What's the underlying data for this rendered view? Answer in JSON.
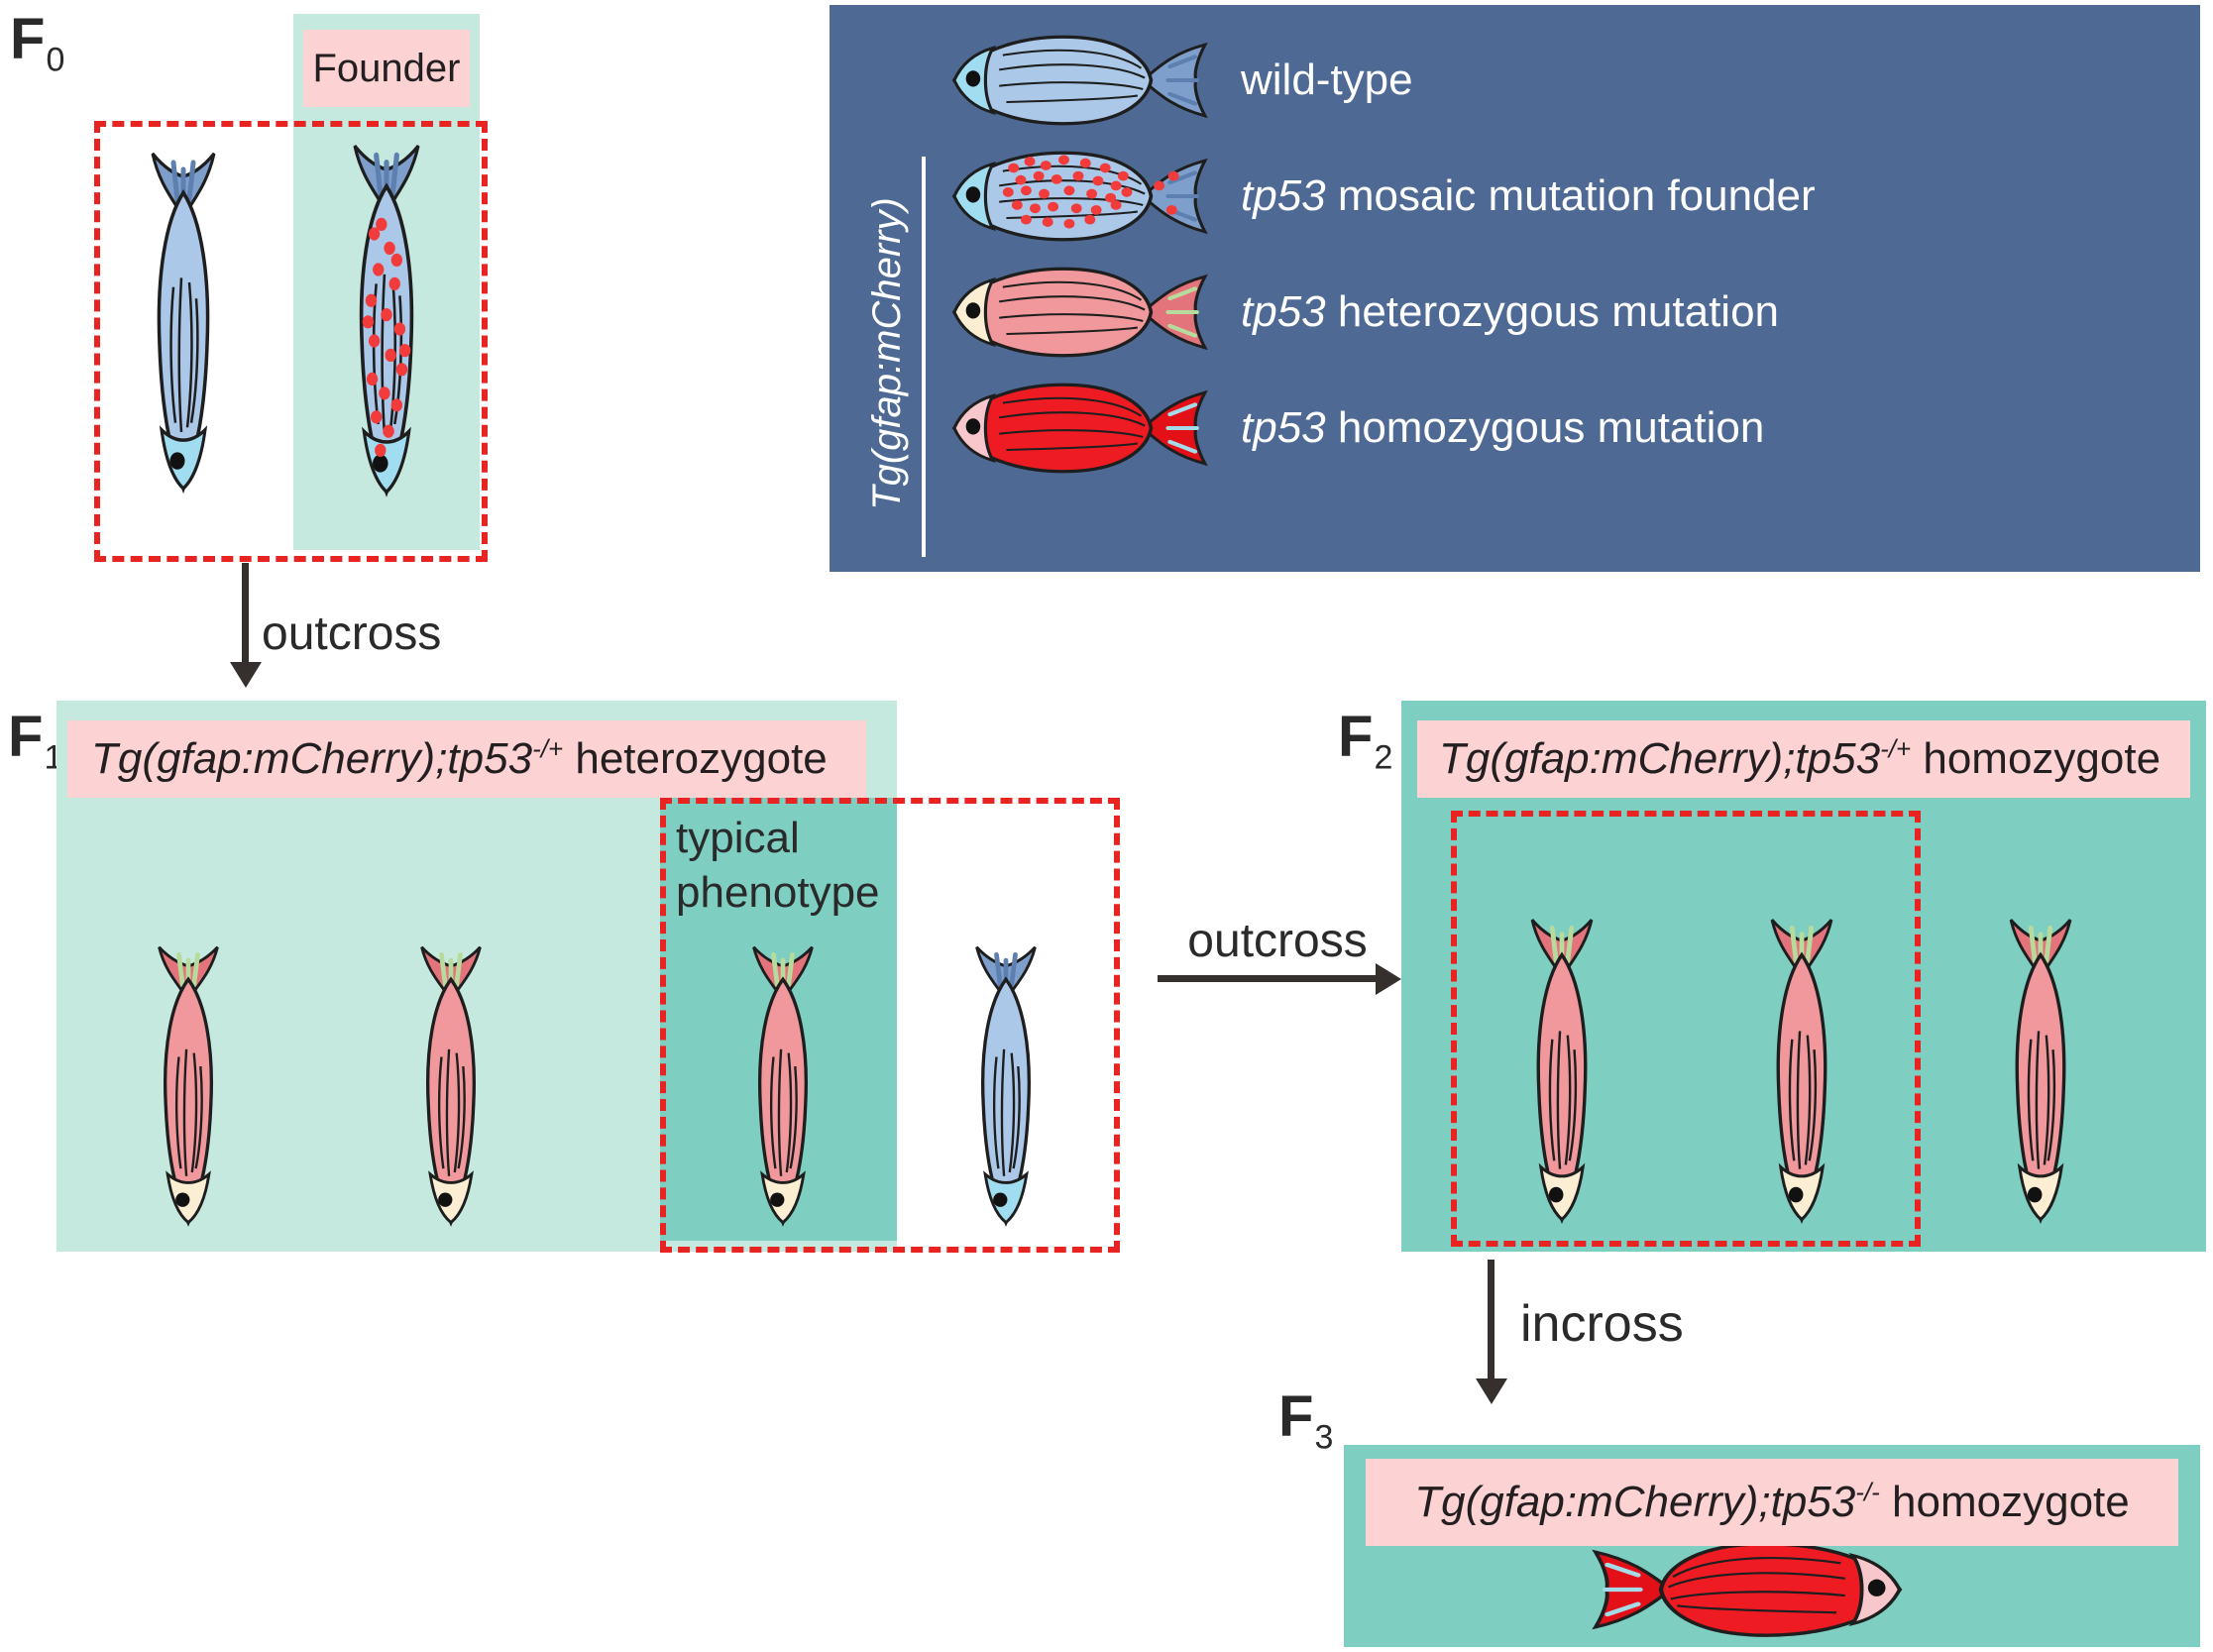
{
  "generations": {
    "f0": {
      "letter": "F",
      "sub": "0"
    },
    "f1": {
      "letter": "F",
      "sub": "1"
    },
    "f2": {
      "letter": "F",
      "sub": "2"
    },
    "f3": {
      "letter": "F",
      "sub": "3"
    }
  },
  "f0": {
    "founder_label": "Founder"
  },
  "legend": {
    "side_label": "Tg(gfap:mCherry)",
    "rows": [
      {
        "gene": "",
        "text": "wild-type",
        "fish": "blue"
      },
      {
        "gene": "tp53",
        "text": " mosaic mutation founder",
        "fish": "mosaic"
      },
      {
        "gene": "tp53",
        "text": " heterozygous mutation",
        "fish": "pink"
      },
      {
        "gene": "tp53",
        "text": " homozygous mutation",
        "fish": "red"
      }
    ]
  },
  "arrows": {
    "f0_to_f1": "outcross",
    "f1_to_f2": "outcross",
    "f2_to_f3": "incross"
  },
  "f1": {
    "title_italic": "Tg(gfap:mCherry);tp53",
    "title_sup": "-/+",
    "title_rest": " heterozygote",
    "annotation_line1": "typical",
    "annotation_line2": "phenotype"
  },
  "f2": {
    "title_italic": "Tg(gfap:mCherry);tp53",
    "title_sup": "-/+",
    "title_rest": " homozygote"
  },
  "f3": {
    "title_italic": "Tg(gfap:mCherry);tp53",
    "title_sup": "-/-",
    "title_rest": " homozygote"
  },
  "colors": {
    "legend_bg": "#4e6a94",
    "panel_light_green": "#c6e9df",
    "panel_teal": "#7ecfc2",
    "label_pink": "#fcd2d3",
    "dashed_red": "#e82422",
    "arrow_dark": "#35302d",
    "fish": {
      "blue": {
        "body": "#abc8e9",
        "fin": "#7e9fcc",
        "head": "#a0ddf0",
        "streak": "#5d80b0"
      },
      "mosaic": {
        "body": "#abc8e9",
        "fin": "#7e9fcc",
        "head": "#a0ddf0",
        "streak": "#5d80b0",
        "dot": "#f23c3c"
      },
      "pink": {
        "body": "#f0989c",
        "fin": "#e4747c",
        "head": "#fbeed3",
        "streak": "#b7db9d"
      },
      "red": {
        "body": "#ee1b23",
        "fin": "#e41018",
        "head": "#f7c7cb",
        "streak": "#a5dbe8"
      }
    }
  }
}
